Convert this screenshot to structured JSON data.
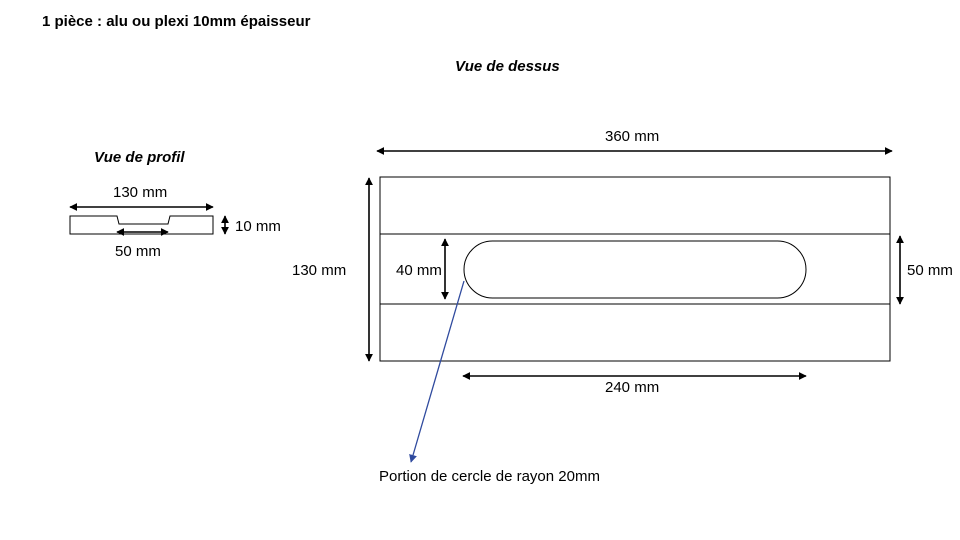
{
  "header": {
    "title": "1 pièce : alu ou plexi 10mm épaisseur"
  },
  "profile_view": {
    "title": "Vue de profil",
    "width_label": "130 mm",
    "thickness_label": "10 mm",
    "slot_label": "50 mm"
  },
  "top_view": {
    "title": "Vue de dessus",
    "length_label": "360 mm",
    "height_label": "130 mm",
    "band_label": "50 mm",
    "slot_height_label": "40 mm",
    "slot_length_label": "240 mm",
    "radius_note": "Portion de cercle de rayon 20mm"
  },
  "colors": {
    "ink": "#000000",
    "leader": "#2f4a9e"
  }
}
